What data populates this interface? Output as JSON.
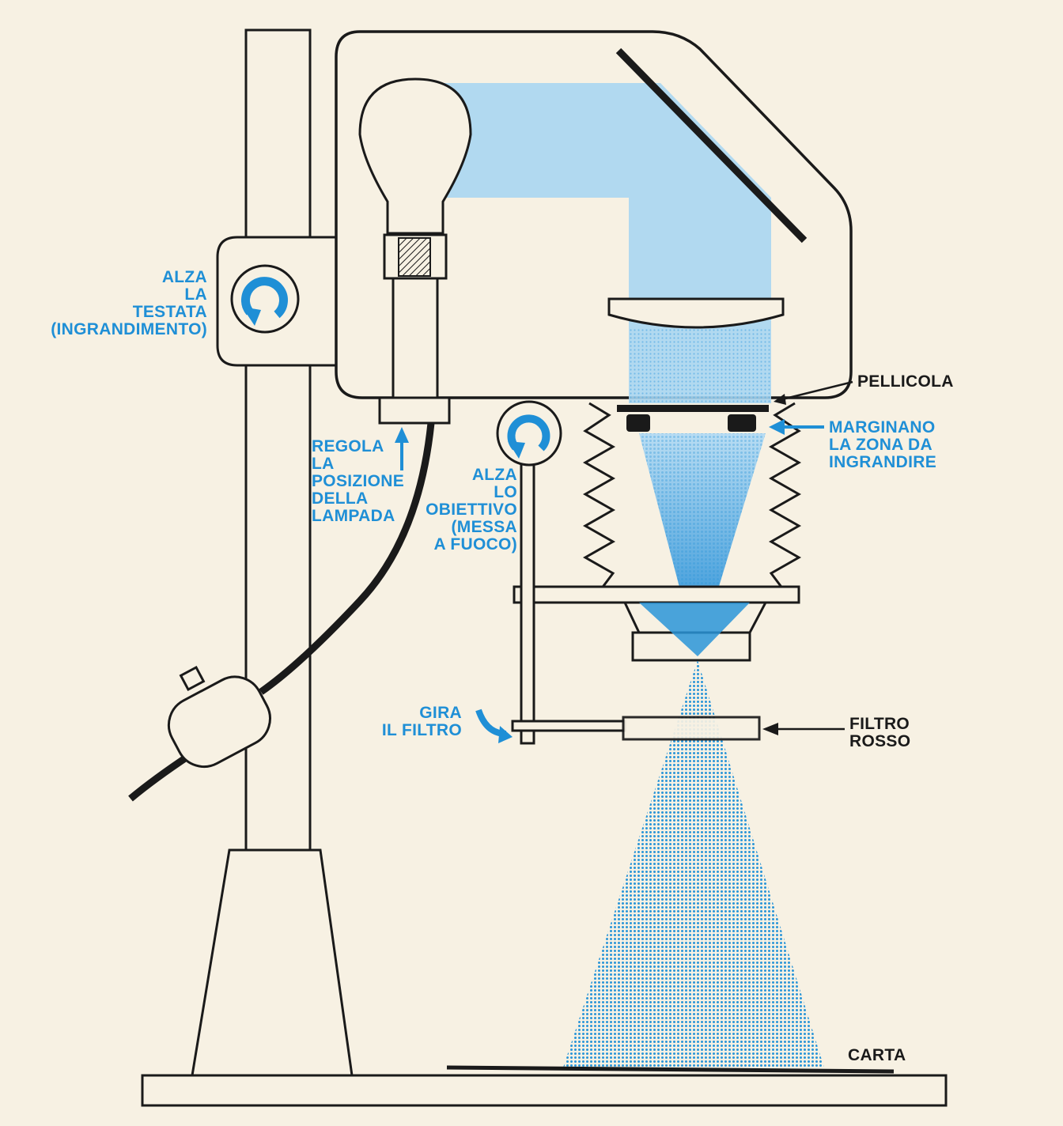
{
  "colors": {
    "background": "#f7f1e3",
    "line": "#1a1a1a",
    "light_beam": "#a9d6f1",
    "focused_beam": "#2a95d8",
    "label_blue": "#1f8fd6",
    "label_black": "#1a1a1a"
  },
  "labels": {
    "alza_testata": [
      "ALZA",
      "LA",
      "TESTATA",
      "(INGRANDIMENTO)"
    ],
    "regola_lampada": [
      "REGOLA",
      "LA",
      "POSIZIONE",
      "DELLA",
      "LAMPADA"
    ],
    "alza_obiettivo": [
      "ALZA",
      "LO",
      "OBIETTIVO",
      "(MESSA",
      "A FUOCO)"
    ],
    "pellicola": "PELLICOLA",
    "marginano": [
      "MARGINANO",
      "LA ZONA DA",
      "INGRANDIRE"
    ],
    "gira_filtro": [
      "GIRA",
      "IL FILTRO"
    ],
    "filtro_rosso": [
      "FILTRO",
      "ROSSO"
    ],
    "carta": "CARTA"
  }
}
